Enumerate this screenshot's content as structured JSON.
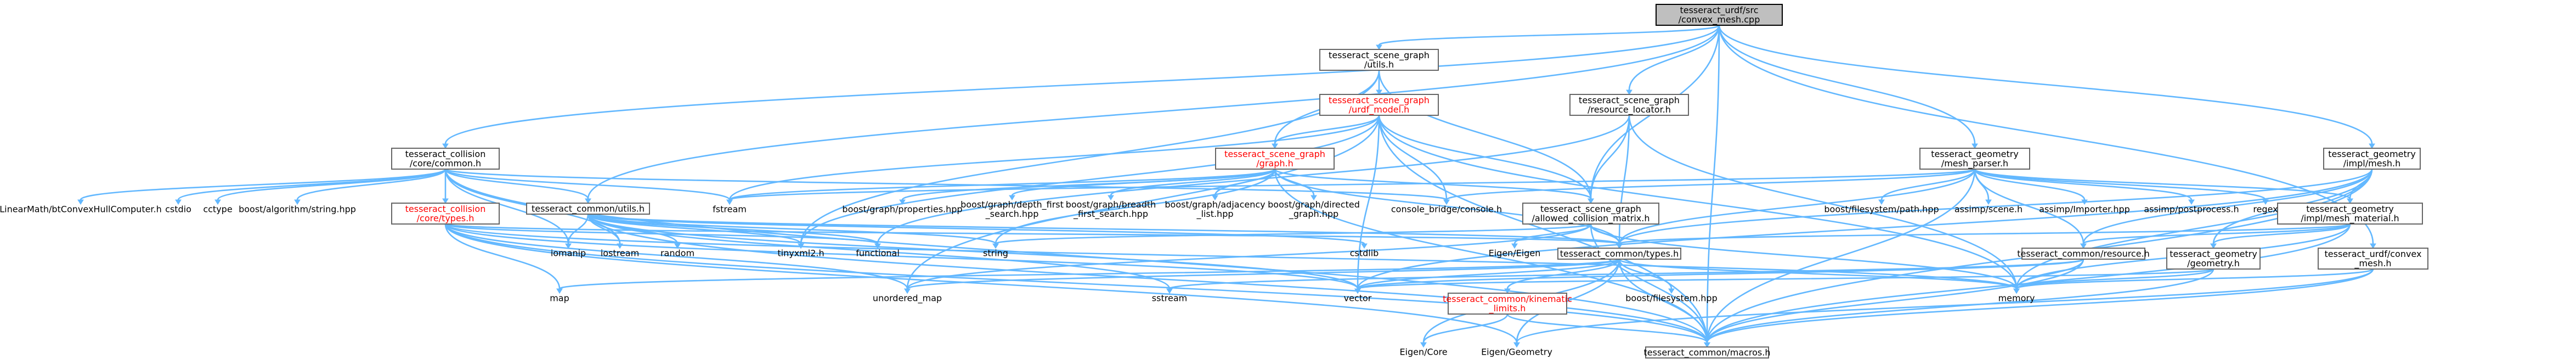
{
  "nodes": [
    {
      "id": "root",
      "lines": [
        "tesseract_urdf/src",
        "/convex_mesh.cpp"
      ],
      "kind": "root"
    },
    {
      "id": "sg_utils",
      "lines": [
        "tesseract_scene_graph",
        "/utils.h"
      ]
    },
    {
      "id": "sg_urdf_model",
      "lines": [
        "tesseract_scene_graph",
        "/urdf_model.h"
      ],
      "kind": "red"
    },
    {
      "id": "sg_resource_locator",
      "lines": [
        "tesseract_scene_graph",
        "/resource_locator.h"
      ]
    },
    {
      "id": "geo_mesh_parser",
      "lines": [
        "tesseract_geometry",
        "/mesh_parser.h"
      ]
    },
    {
      "id": "geo_impl_mesh",
      "lines": [
        "tesseract_geometry",
        "/impl/mesh.h"
      ]
    },
    {
      "id": "col_core_common",
      "lines": [
        "tesseract_collision",
        "/core/common.h"
      ]
    },
    {
      "id": "sg_graph",
      "lines": [
        "tesseract_scene_graph",
        "/graph.h"
      ],
      "kind": "red"
    },
    {
      "id": "common_utils",
      "lines": [
        "tesseract_common/utils.h"
      ]
    },
    {
      "id": "sg_allowed_collision",
      "lines": [
        "tesseract_scene_graph",
        "/allowed_collision_matrix.h"
      ]
    },
    {
      "id": "geo_impl_mesh_material",
      "lines": [
        "tesseract_geometry",
        "/impl/mesh_material.h"
      ]
    },
    {
      "id": "col_core_types",
      "lines": [
        "tesseract_collision",
        "/core/types.h"
      ],
      "kind": "red"
    },
    {
      "id": "common_types",
      "lines": [
        "tesseract_common/types.h"
      ]
    },
    {
      "id": "common_resource",
      "lines": [
        "tesseract_common/resource.h"
      ]
    },
    {
      "id": "geo_geometry",
      "lines": [
        "tesseract_geometry",
        "/geometry.h"
      ]
    },
    {
      "id": "urdf_convex_mesh",
      "lines": [
        "tesseract_urdf/convex",
        "_mesh.h"
      ]
    },
    {
      "id": "common_kinematic",
      "lines": [
        "tesseract_common/kinematic",
        "_limits.h"
      ],
      "kind": "red"
    },
    {
      "id": "common_macros",
      "lines": [
        "tesseract_common/macros.h"
      ]
    },
    {
      "id": "linear_math",
      "lines": [
        "LinearMath/btConvexHullComputer.h"
      ],
      "kind": "plain"
    },
    {
      "id": "cstdio",
      "lines": [
        "cstdio"
      ],
      "kind": "plain"
    },
    {
      "id": "cctype",
      "lines": [
        "cctype"
      ],
      "kind": "plain"
    },
    {
      "id": "boost_algo_string",
      "lines": [
        "boost/algorithm/string.hpp"
      ],
      "kind": "plain"
    },
    {
      "id": "fstream",
      "lines": [
        "fstream"
      ],
      "kind": "plain"
    },
    {
      "id": "boost_graph_props",
      "lines": [
        "boost/graph/properties.hpp"
      ],
      "kind": "plain"
    },
    {
      "id": "boost_graph_dfs",
      "lines": [
        "boost/graph/depth_first",
        "_search.hpp"
      ],
      "kind": "plain"
    },
    {
      "id": "boost_graph_bfs",
      "lines": [
        "boost/graph/breadth",
        "_first_search.hpp"
      ],
      "kind": "plain"
    },
    {
      "id": "boost_graph_adj",
      "lines": [
        "boost/graph/adjacency",
        "_list.hpp"
      ],
      "kind": "plain"
    },
    {
      "id": "boost_graph_directed",
      "lines": [
        "boost/graph/directed",
        "_graph.hpp"
      ],
      "kind": "plain"
    },
    {
      "id": "console_bridge",
      "lines": [
        "console_bridge/console.h"
      ],
      "kind": "plain"
    },
    {
      "id": "boost_fs_path",
      "lines": [
        "boost/filesystem/path.hpp"
      ],
      "kind": "plain"
    },
    {
      "id": "assimp_scene",
      "lines": [
        "assimp/scene.h"
      ],
      "kind": "plain"
    },
    {
      "id": "assimp_importer",
      "lines": [
        "assimp/Importer.hpp"
      ],
      "kind": "plain"
    },
    {
      "id": "assimp_postprocess",
      "lines": [
        "assimp/postprocess.h"
      ],
      "kind": "plain"
    },
    {
      "id": "regex",
      "lines": [
        "regex"
      ],
      "kind": "plain"
    },
    {
      "id": "iomanip",
      "lines": [
        "iomanip"
      ],
      "kind": "plain"
    },
    {
      "id": "iostream",
      "lines": [
        "iostream"
      ],
      "kind": "plain"
    },
    {
      "id": "random",
      "lines": [
        "random"
      ],
      "kind": "plain"
    },
    {
      "id": "tinyxml2",
      "lines": [
        "tinyxml2.h"
      ],
      "kind": "plain"
    },
    {
      "id": "functional",
      "lines": [
        "functional"
      ],
      "kind": "plain"
    },
    {
      "id": "string",
      "lines": [
        "string"
      ],
      "kind": "plain"
    },
    {
      "id": "cstdlib",
      "lines": [
        "cstdlib"
      ],
      "kind": "plain"
    },
    {
      "id": "eigen_eigen",
      "lines": [
        "Eigen/Eigen"
      ],
      "kind": "plain"
    },
    {
      "id": "boost_filesystem",
      "lines": [
        "boost/filesystem.hpp"
      ],
      "kind": "plain"
    },
    {
      "id": "map",
      "lines": [
        "map"
      ],
      "kind": "plain"
    },
    {
      "id": "unordered_map",
      "lines": [
        "unordered_map"
      ],
      "kind": "plain"
    },
    {
      "id": "sstream",
      "lines": [
        "sstream"
      ],
      "kind": "plain"
    },
    {
      "id": "vector",
      "lines": [
        "vector"
      ],
      "kind": "plain"
    },
    {
      "id": "memory",
      "lines": [
        "memory"
      ],
      "kind": "plain"
    },
    {
      "id": "eigen_core",
      "lines": [
        "Eigen/Core"
      ],
      "kind": "plain"
    },
    {
      "id": "eigen_geometry",
      "lines": [
        "Eigen/Geometry"
      ],
      "kind": "plain"
    }
  ],
  "edges": [
    [
      "root",
      "sg_utils"
    ],
    [
      "root",
      "sg_resource_locator"
    ],
    [
      "root",
      "geo_mesh_parser"
    ],
    [
      "root",
      "geo_impl_mesh"
    ],
    [
      "root",
      "col_core_common"
    ],
    [
      "root",
      "common_utils"
    ],
    [
      "root",
      "sg_allowed_collision"
    ],
    [
      "root",
      "urdf_convex_mesh"
    ],
    [
      "root",
      "common_macros"
    ],
    [
      "sg_utils",
      "sg_urdf_model"
    ],
    [
      "sg_utils",
      "sg_graph"
    ],
    [
      "sg_utils",
      "sg_allowed_collision"
    ],
    [
      "sg_utils",
      "tinyxml2"
    ],
    [
      "sg_urdf_model",
      "sg_graph"
    ],
    [
      "sg_urdf_model",
      "fstream"
    ],
    [
      "sg_urdf_model",
      "tinyxml2"
    ],
    [
      "sg_urdf_model",
      "console_bridge"
    ],
    [
      "sg_urdf_model",
      "sg_allowed_collision"
    ],
    [
      "sg_urdf_model",
      "vector"
    ],
    [
      "sg_urdf_model",
      "unordered_map"
    ],
    [
      "sg_urdf_model",
      "memory"
    ],
    [
      "sg_urdf_model",
      "common_macros"
    ],
    [
      "sg_resource_locator",
      "sg_allowed_collision"
    ],
    [
      "sg_resource_locator",
      "functional"
    ],
    [
      "sg_resource_locator",
      "common_types"
    ],
    [
      "sg_resource_locator",
      "memory"
    ],
    [
      "geo_mesh_parser",
      "fstream"
    ],
    [
      "geo_mesh_parser",
      "console_bridge"
    ],
    [
      "geo_mesh_parser",
      "boost_fs_path"
    ],
    [
      "geo_mesh_parser",
      "assimp_scene"
    ],
    [
      "geo_mesh_parser",
      "assimp_importer"
    ],
    [
      "geo_mesh_parser",
      "assimp_postprocess"
    ],
    [
      "geo_mesh_parser",
      "regex"
    ],
    [
      "geo_mesh_parser",
      "geo_impl_mesh_material"
    ],
    [
      "geo_mesh_parser",
      "common_types"
    ],
    [
      "geo_mesh_parser",
      "common_resource"
    ],
    [
      "geo_mesh_parser",
      "common_macros"
    ],
    [
      "geo_impl_mesh",
      "geo_impl_mesh_material"
    ],
    [
      "geo_impl_mesh",
      "geo_geometry"
    ],
    [
      "geo_impl_mesh",
      "common_resource"
    ],
    [
      "geo_impl_mesh",
      "common_types"
    ],
    [
      "geo_impl_mesh",
      "vector"
    ],
    [
      "geo_impl_mesh",
      "memory"
    ],
    [
      "geo_impl_mesh",
      "common_macros"
    ],
    [
      "col_core_common",
      "linear_math"
    ],
    [
      "col_core_common",
      "cstdio"
    ],
    [
      "col_core_common",
      "cctype"
    ],
    [
      "col_core_common",
      "boost_algo_string"
    ],
    [
      "col_core_common",
      "fstream"
    ],
    [
      "col_core_common",
      "col_core_types"
    ],
    [
      "col_core_common",
      "common_utils"
    ],
    [
      "col_core_common",
      "iomanip"
    ],
    [
      "col_core_common",
      "iostream"
    ],
    [
      "col_core_common",
      "console_bridge"
    ],
    [
      "col_core_common",
      "common_macros"
    ],
    [
      "sg_graph",
      "boost_graph_props"
    ],
    [
      "sg_graph",
      "boost_graph_dfs"
    ],
    [
      "sg_graph",
      "boost_graph_bfs"
    ],
    [
      "sg_graph",
      "boost_graph_adj"
    ],
    [
      "sg_graph",
      "boost_graph_directed"
    ],
    [
      "sg_graph",
      "string"
    ],
    [
      "sg_graph",
      "fstream"
    ],
    [
      "sg_graph",
      "sg_allowed_collision"
    ],
    [
      "sg_graph",
      "common_types"
    ],
    [
      "sg_graph",
      "common_macros"
    ],
    [
      "common_utils",
      "iomanip"
    ],
    [
      "common_utils",
      "iostream"
    ],
    [
      "common_utils",
      "random"
    ],
    [
      "common_utils",
      "tinyxml2"
    ],
    [
      "common_utils",
      "functional"
    ],
    [
      "common_utils",
      "string"
    ],
    [
      "common_utils",
      "cstdlib"
    ],
    [
      "common_utils",
      "common_types"
    ],
    [
      "common_utils",
      "vector"
    ],
    [
      "common_utils",
      "sstream"
    ],
    [
      "common_utils",
      "common_macros"
    ],
    [
      "sg_allowed_collision",
      "string"
    ],
    [
      "sg_allowed_collision",
      "unordered_map"
    ],
    [
      "sg_allowed_collision",
      "eigen_eigen"
    ],
    [
      "sg_allowed_collision",
      "common_types"
    ],
    [
      "sg_allowed_collision",
      "memory"
    ],
    [
      "sg_allowed_collision",
      "common_macros"
    ],
    [
      "geo_impl_mesh_material",
      "geo_geometry"
    ],
    [
      "geo_impl_mesh_material",
      "common_resource"
    ],
    [
      "geo_impl_mesh_material",
      "common_types"
    ],
    [
      "geo_impl_mesh_material",
      "memory"
    ],
    [
      "geo_impl_mesh_material",
      "common_macros"
    ],
    [
      "col_core_types",
      "map"
    ],
    [
      "col_core_types",
      "unordered_map"
    ],
    [
      "col_core_types",
      "vector"
    ],
    [
      "col_core_types",
      "memory"
    ],
    [
      "col_core_types",
      "functional"
    ],
    [
      "col_core_types",
      "common_types"
    ],
    [
      "col_core_types",
      "eigen_geometry"
    ],
    [
      "col_core_types",
      "common_macros"
    ],
    [
      "common_types",
      "vector"
    ],
    [
      "common_types",
      "memory"
    ],
    [
      "common_types",
      "map"
    ],
    [
      "common_types",
      "unordered_map"
    ],
    [
      "common_types",
      "boost_filesystem"
    ],
    [
      "common_types",
      "common_kinematic"
    ],
    [
      "common_types",
      "eigen_core"
    ],
    [
      "common_types",
      "eigen_geometry"
    ],
    [
      "common_types",
      "common_macros"
    ],
    [
      "common_resource",
      "vector"
    ],
    [
      "common_resource",
      "memory"
    ],
    [
      "common_resource",
      "sstream"
    ],
    [
      "common_resource",
      "common_macros"
    ],
    [
      "geo_geometry",
      "memory"
    ],
    [
      "geo_geometry",
      "vector"
    ],
    [
      "geo_geometry",
      "common_macros"
    ],
    [
      "urdf_convex_mesh",
      "common_macros"
    ],
    [
      "urdf_convex_mesh",
      "memory"
    ],
    [
      "urdf_convex_mesh",
      "eigen_geometry"
    ],
    [
      "common_kinematic",
      "eigen_core"
    ],
    [
      "common_kinematic",
      "common_macros"
    ]
  ]
}
